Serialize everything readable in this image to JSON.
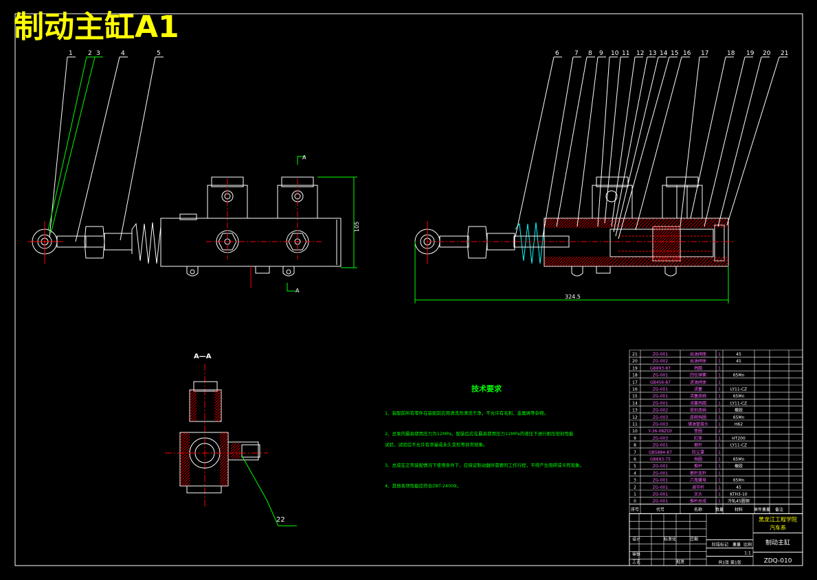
{
  "title": "制动主缸A1",
  "colors": {
    "background": "#000000",
    "line": "#ffffff",
    "title": "#ffff00",
    "leader": "#00ff00",
    "dimension": "#00ffff",
    "hatch": "#ff0000",
    "table_text": "#ff66ff",
    "table_border": "#ffffff",
    "notes": "#00ff00"
  },
  "balloons_left": [
    "1",
    "2",
    "3",
    "4",
    "5"
  ],
  "balloons_right": [
    "6",
    "7",
    "8",
    "9",
    "10",
    "11",
    "12",
    "13",
    "14",
    "15",
    "16",
    "17",
    "18",
    "19",
    "20",
    "21"
  ],
  "balloon_section": "22",
  "dimensions": {
    "height": "105",
    "length": "324.5"
  },
  "section_marks": {
    "top": "A",
    "bottom": "A",
    "view_title": "A—A"
  },
  "notes": {
    "heading": "技术要求",
    "items": [
      "1、装配前所有零件在装配前应用清洗剂清洗干净，不允许有毛刺、金属屑等杂物。",
      "2、总泵的最高使用压力为12MPa，配装后应在最高使用压力12MPa的液压下进行耐压密封性能试验，试验后不允许有渗漏或永久变形等异常现象。",
      "3、总成在正常装配情况下使用各件下，应保证制动器所需要的工作行程，不得产生阻碍或卡死现象。",
      "4、其他各项性能应符合ZBT-24009。"
    ]
  },
  "parts_table": {
    "rows": [
      [
        "21",
        "ZG-001",
        "出油阀座",
        "1",
        "45",
        ""
      ],
      [
        "20",
        "ZG-002",
        "出油阀体",
        "1",
        "45",
        ""
      ],
      [
        "19",
        "GB893-87",
        "挡圈",
        "1",
        "",
        ""
      ],
      [
        "18",
        "ZG-001",
        "回位弹簧",
        "1",
        "65Mn",
        ""
      ],
      [
        "17",
        "GB456-87",
        "进油阀体",
        "1",
        "",
        ""
      ],
      [
        "16",
        "ZG-001",
        "活塞",
        "1",
        "LY11-CZ",
        ""
      ],
      [
        "15",
        "ZG-001",
        "活塞皮碗",
        "1",
        "65Mn",
        ""
      ],
      [
        "14",
        "ZG-001",
        "活塞挡圈",
        "1",
        "LY11-CZ",
        ""
      ],
      [
        "13",
        "ZG-002",
        "密封皮碗",
        "1",
        "橡胶",
        ""
      ],
      [
        "12",
        "ZG-003",
        "皮碗挡圈",
        "1",
        "65Mn",
        ""
      ],
      [
        "11",
        "ZG-003",
        "储油管接头",
        "1",
        "H62",
        ""
      ],
      [
        "10",
        "Y-36-08ZGY",
        "垫圈",
        "2",
        "",
        ""
      ],
      [
        "9",
        "ZG-003",
        "缸体",
        "1",
        "HT200",
        ""
      ],
      [
        "8",
        "ZG-001",
        "推杆",
        "1",
        "LY11-CZ",
        ""
      ],
      [
        "7",
        "GB5884-87",
        "防尘罩",
        "1",
        "",
        ""
      ],
      [
        "6",
        "GB893-75",
        "挡圈",
        "1",
        "65Mn",
        ""
      ],
      [
        "5",
        "ZG-001",
        "推杆",
        "1",
        "橡胶",
        ""
      ],
      [
        "4",
        "ZG-001",
        "推杆连杆",
        "1",
        "",
        ""
      ],
      [
        "3",
        "ZG-001",
        "六角螺母",
        "1",
        "65Mn",
        ""
      ],
      [
        "2",
        "ZG-001",
        "调节杆",
        "1",
        "45",
        ""
      ],
      [
        "1",
        "ZG-001",
        "叉头",
        "1",
        "KTH3-10",
        ""
      ],
      [
        "0",
        "ZG-001",
        "推杆总成",
        "1",
        "冷轧45圆钢",
        ""
      ]
    ],
    "header": [
      "序号",
      "代号",
      "名称",
      "数量",
      "材料",
      "单件重量",
      "备注"
    ],
    "school": "黑龙江工程学院",
    "department": "汽车系",
    "drawing_name": "制动主缸",
    "drawing_no": "ZDQ-010",
    "scale": "1:1",
    "sheet_info": "共1张 第1张",
    "cells": {
      "stage_label": "阶段标记",
      "weight_label": "重量",
      "scale_label": "比例",
      "designer": "设计",
      "checker": "审核",
      "process": "工艺",
      "approve": "批准",
      "standard": "标准化",
      "date": "日期"
    }
  }
}
